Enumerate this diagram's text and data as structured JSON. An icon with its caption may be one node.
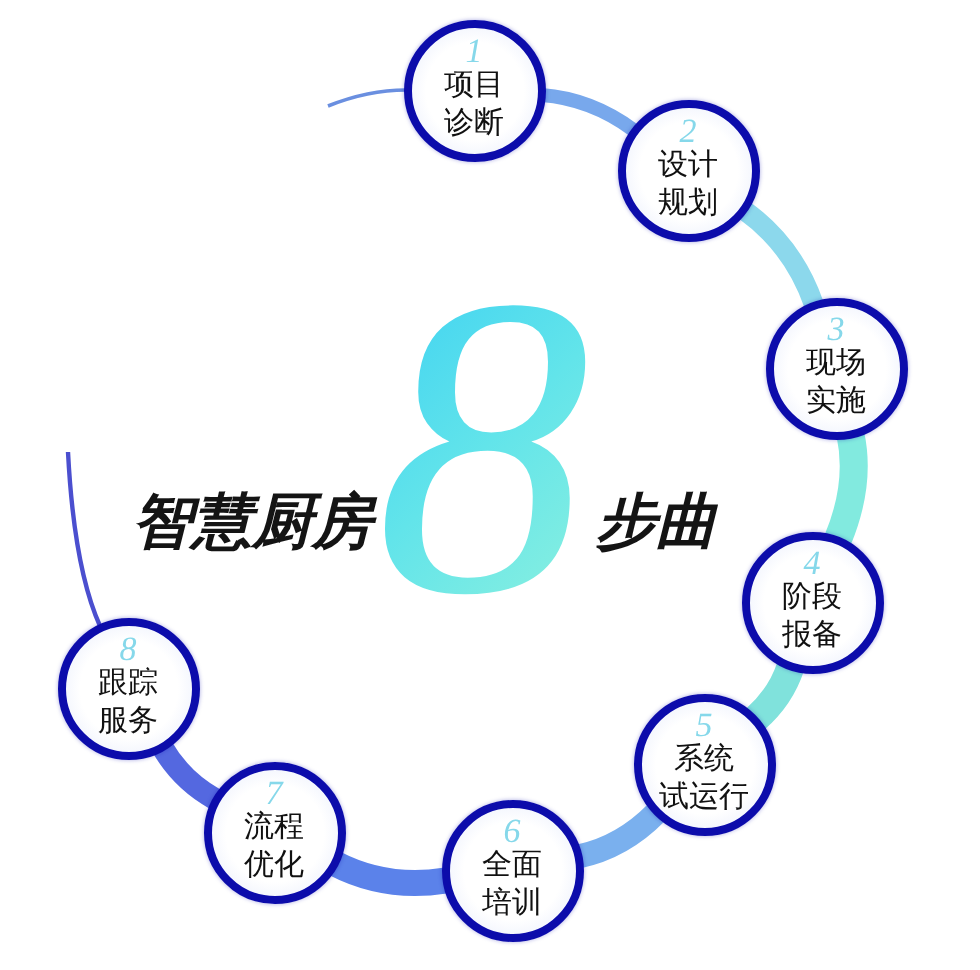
{
  "diagram": {
    "nodes": [
      {
        "text": [
          "1",
          "项目诊断"
        ]
      },
      {
        "text": [
          "2",
          "设计规划"
        ]
      },
      {
        "text": [
          "3",
          "现场实施"
        ]
      },
      {
        "text": [
          "4",
          "阶段报备"
        ]
      },
      {
        "text": [
          "5",
          "系统试运行"
        ]
      },
      {
        "text": [
          "6",
          "全面培训"
        ]
      },
      {
        "text": [
          "7",
          "流程优化"
        ]
      },
      {
        "text": [
          "8",
          "跟踪服务"
        ]
      }
    ],
    "edges": [
      {
        "from": null,
        "to": 0,
        "arrow": "none",
        "color": "#6a8fe0"
      },
      {
        "from": 0,
        "to": 1,
        "arrow": "none",
        "color": "#78a8ec"
      },
      {
        "from": 1,
        "to": 2,
        "arrow": "none",
        "color": "#8cd8ec"
      },
      {
        "from": 2,
        "to": 3,
        "arrow": "none",
        "color": "#82eadf"
      },
      {
        "from": 3,
        "to": 4,
        "arrow": "none",
        "color": "#80e2dc"
      },
      {
        "from": 4,
        "to": 5,
        "arrow": "none",
        "color": "#7ab0ee"
      },
      {
        "from": 5,
        "to": 6,
        "arrow": "none",
        "color": "#5b82ea"
      },
      {
        "from": 6,
        "to": 7,
        "arrow": "none",
        "color": "#5468e0"
      },
      {
        "from": 7,
        "to": null,
        "arrow": "none",
        "color": "#4b4fcf"
      }
    ],
    "labels": [
      "智慧厨房",
      "8",
      "步曲"
    ]
  }
}
